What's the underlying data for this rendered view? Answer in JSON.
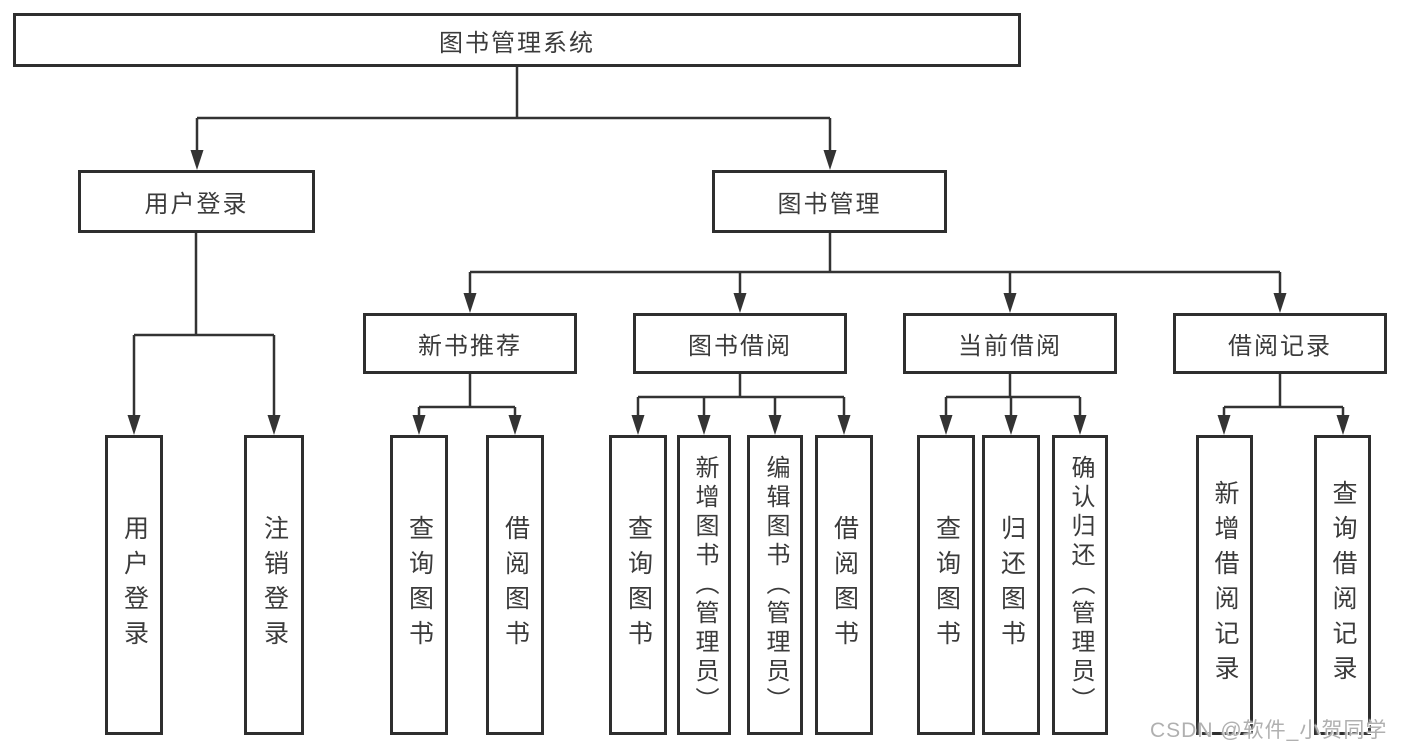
{
  "diagram": {
    "root": "图书管理系统",
    "branches": [
      {
        "label": "用户登录",
        "children": [
          "用户登录",
          "注销登录"
        ]
      },
      {
        "label": "图书管理",
        "groups": [
          {
            "label": "新书推荐",
            "children": [
              "查询图书",
              "借阅图书"
            ]
          },
          {
            "label": "图书借阅",
            "children": [
              "查询图书",
              "新增图书（管理员）",
              "编辑图书（管理员）",
              "借阅图书"
            ]
          },
          {
            "label": "当前借阅",
            "children": [
              "查询图书",
              "归还图书",
              "确认归还（管理员）"
            ]
          },
          {
            "label": "借阅记录",
            "children": [
              "新增借阅记录",
              "查询借阅记录"
            ]
          }
        ]
      }
    ]
  },
  "watermark": "CSDN @软件_小贺同学",
  "colors": {
    "line": "#333333",
    "box_border": "#2e2e2e",
    "text": "#3b3b3b",
    "watermark": "#b0b0b0",
    "background": "#ffffff"
  }
}
